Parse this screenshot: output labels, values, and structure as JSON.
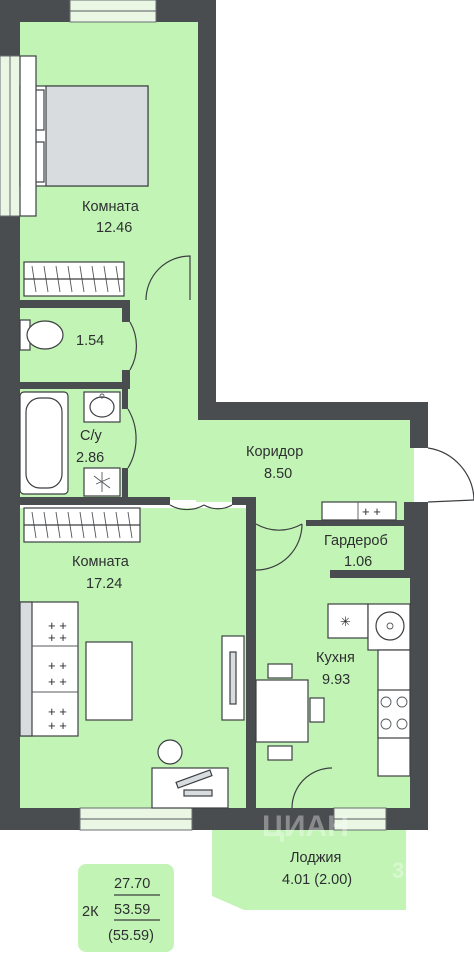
{
  "rooms": {
    "bedroom_top": {
      "name": "Комната",
      "area": "12.46"
    },
    "wc": {
      "area": "1.54"
    },
    "bathroom": {
      "name": "С/у",
      "area": "2.86"
    },
    "corridor": {
      "name": "Коридор",
      "area": "8.50"
    },
    "bedroom_bottom": {
      "name": "Комната",
      "area": "17.24"
    },
    "wardrobe": {
      "name": "Гардероб",
      "area": "1.06"
    },
    "kitchen": {
      "name": "Кухня",
      "area": "9.93"
    },
    "loggia": {
      "name": "Лоджия",
      "area": "4.01 (2.00)"
    }
  },
  "summary": {
    "type": "2К",
    "living_area": "27.70",
    "total_area": "53.59",
    "total_with_loggia": "(55.59)"
  },
  "watermark": {
    "text": "ЦИАН",
    "code": "35"
  },
  "colors": {
    "room": "#c2f5b5",
    "wall": "#4a4d50",
    "summary_box": "#c2f5b5"
  }
}
